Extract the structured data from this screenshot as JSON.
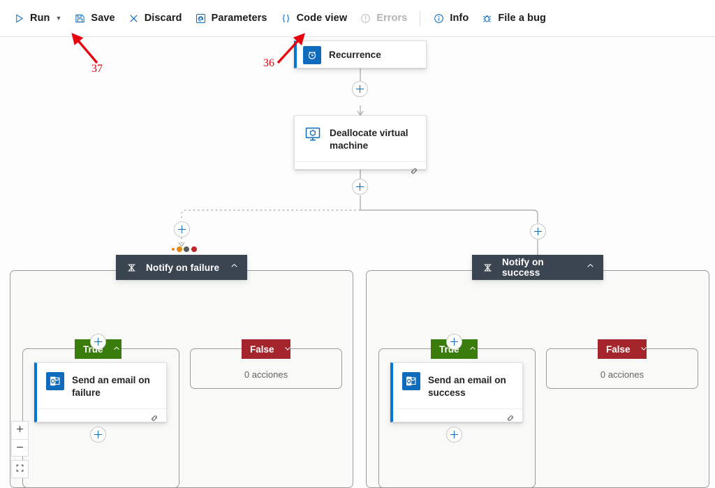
{
  "toolbar": {
    "items": [
      {
        "id": "run",
        "label": "Run",
        "icon": "play-icon",
        "caret": true,
        "disabled": false
      },
      {
        "id": "save",
        "label": "Save",
        "icon": "save-icon",
        "caret": false,
        "disabled": false
      },
      {
        "id": "discard",
        "label": "Discard",
        "icon": "close-icon",
        "caret": false,
        "disabled": false
      },
      {
        "id": "parameters",
        "label": "Parameters",
        "icon": "at-sign-icon",
        "caret": false,
        "disabled": false
      },
      {
        "id": "codeview",
        "label": "Code view",
        "icon": "braces-icon",
        "caret": false,
        "disabled": false
      },
      {
        "id": "errors",
        "label": "Errors",
        "icon": "alert-icon",
        "caret": false,
        "disabled": true
      },
      {
        "id": "info",
        "label": "Info",
        "icon": "info-icon",
        "caret": false,
        "disabled": false
      },
      {
        "id": "filebug",
        "label": "File a bug",
        "icon": "bug-icon",
        "caret": false,
        "disabled": false
      }
    ]
  },
  "colors": {
    "accent_blue": "#0078d4",
    "icon_blue": "#0f6cbd",
    "true_green": "#3b7d0c",
    "false_red": "#a4262c",
    "scope_header": "#3b4552",
    "annotation_red": "#e8000d",
    "canvas": "#fdfdfd",
    "scope_body": "#f9f9f8"
  },
  "flow": {
    "trigger": {
      "title": "Recurrence",
      "icon": "clock-icon"
    },
    "action": {
      "title": "Deallocate virtual machine",
      "icon": "virtual-machine-icon",
      "footer_icon": "link-icon"
    },
    "status_dots": [
      {
        "name": "dot-orange",
        "color": "#e8880a",
        "size": 4
      },
      {
        "name": "dot-orange",
        "color": "#e8880a",
        "size": 8
      },
      {
        "name": "dot-gray",
        "color": "#5a5a5a",
        "size": 8
      },
      {
        "name": "dot-red",
        "color": "#c0262c",
        "size": 8
      }
    ],
    "scopes": [
      {
        "id": "failure",
        "title": "Notify on failure",
        "icon": "condition-icon",
        "collapse_chevron": "up",
        "branches": [
          {
            "id": "true",
            "label": "True",
            "chevron": "up",
            "empty_text": null,
            "action": {
              "title": "Send an email on failure",
              "icon": "outlook-icon",
              "footer_icon": "link-icon"
            }
          },
          {
            "id": "false",
            "label": "False",
            "chevron": "down",
            "empty_text": "0 acciones",
            "action": null
          }
        ]
      },
      {
        "id": "success",
        "title": "Notify on success",
        "icon": "condition-icon",
        "collapse_chevron": "up",
        "branches": [
          {
            "id": "true",
            "label": "True",
            "chevron": "up",
            "empty_text": null,
            "action": {
              "title": "Send an email on success",
              "icon": "outlook-icon",
              "footer_icon": "link-icon"
            }
          },
          {
            "id": "false",
            "label": "False",
            "chevron": "down",
            "empty_text": "0 acciones",
            "action": null
          }
        ]
      }
    ]
  },
  "zoom_controls": [
    {
      "id": "zoom-in",
      "icon": "plus-icon"
    },
    {
      "id": "zoom-out",
      "icon": "minus-icon"
    },
    {
      "id": "fit-view",
      "icon": "fit-to-screen-icon"
    }
  ],
  "annotations": [
    {
      "id": "a37",
      "label": "37"
    },
    {
      "id": "a36",
      "label": "36"
    }
  ]
}
